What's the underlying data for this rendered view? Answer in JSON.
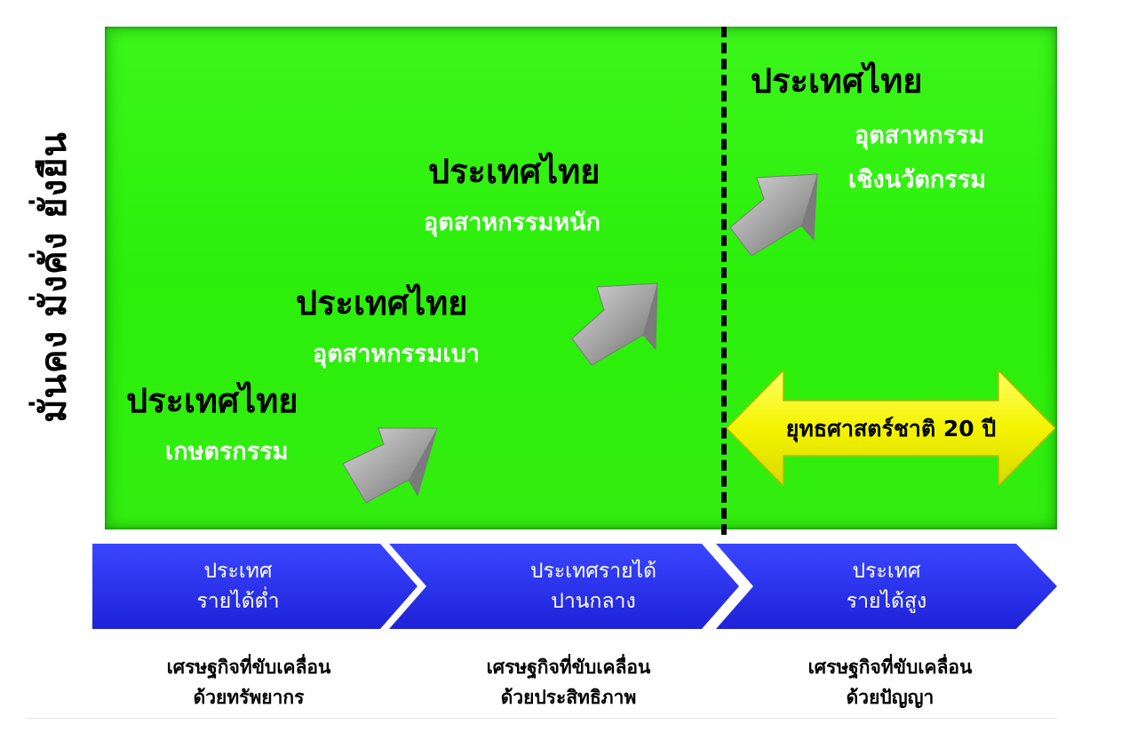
{
  "side_label": "มั่นคง มั่งคั่ง ยั่งยืน",
  "stages_panel": {
    "items": [
      {
        "country": "ประเทศไทย",
        "industry": "เกษตรกรรม"
      },
      {
        "country": "ประเทศไทย",
        "industry": "อุตสาหกรรมเบา"
      },
      {
        "country": "ประเทศไทย",
        "industry": "อุตสาหกรรมหนัก"
      },
      {
        "country": "ประเทศไทย",
        "industry_line1": "อุตสาหกรรม",
        "industry_line2": "เชิงนวัตกรรม"
      }
    ],
    "strategy": "ยุทธศาสตร์ชาติ 20 ปี"
  },
  "income_levels": [
    {
      "line1": "ประเทศ",
      "line2": "รายได้ต่ำ",
      "econ_line1": "เศรษฐกิจที่ขับเคลื่อน",
      "econ_line2": "ด้วยทรัพยากร"
    },
    {
      "line1": "ประเทศรายได้",
      "line2": "ปานกลาง",
      "econ_line1": "เศรษฐกิจที่ขับเคลื่อน",
      "econ_line2": "ด้วยประสิทธิภาพ"
    },
    {
      "line1": "ประเทศ",
      "line2": "รายได้สูง",
      "econ_line1": "เศรษฐกิจที่ขับเคลื่อน",
      "econ_line2": "ด้วยปัญญา"
    }
  ],
  "colors": {
    "panel_green": "#30f000",
    "stage_blue": "#2a2ef0",
    "strategy_yellow": "#f6f600",
    "arrow_gray": "#a8a8a8"
  }
}
